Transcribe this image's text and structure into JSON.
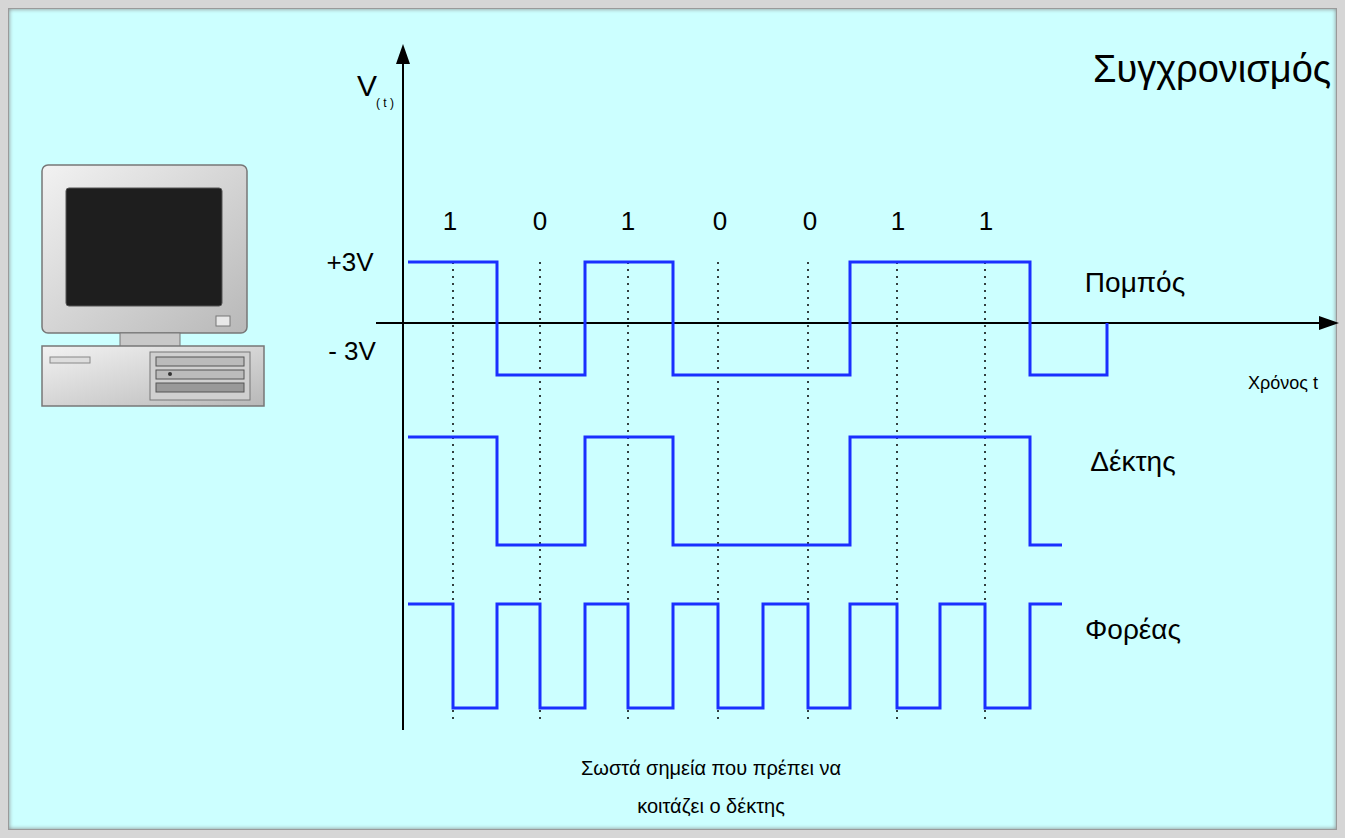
{
  "diagram": {
    "title": "Συγχρονισμός",
    "caption": "Σωστά σημεία που πρέπει να κοιτάζει ο δέκτης",
    "labels": [
      "V",
      "( t )",
      "1",
      "0",
      "1",
      "0",
      "0",
      "1",
      "1",
      "+3V",
      "- 3V",
      "Πομπός",
      "Χρόνος t",
      "Δέκτης",
      "Φορέας"
    ]
  }
}
